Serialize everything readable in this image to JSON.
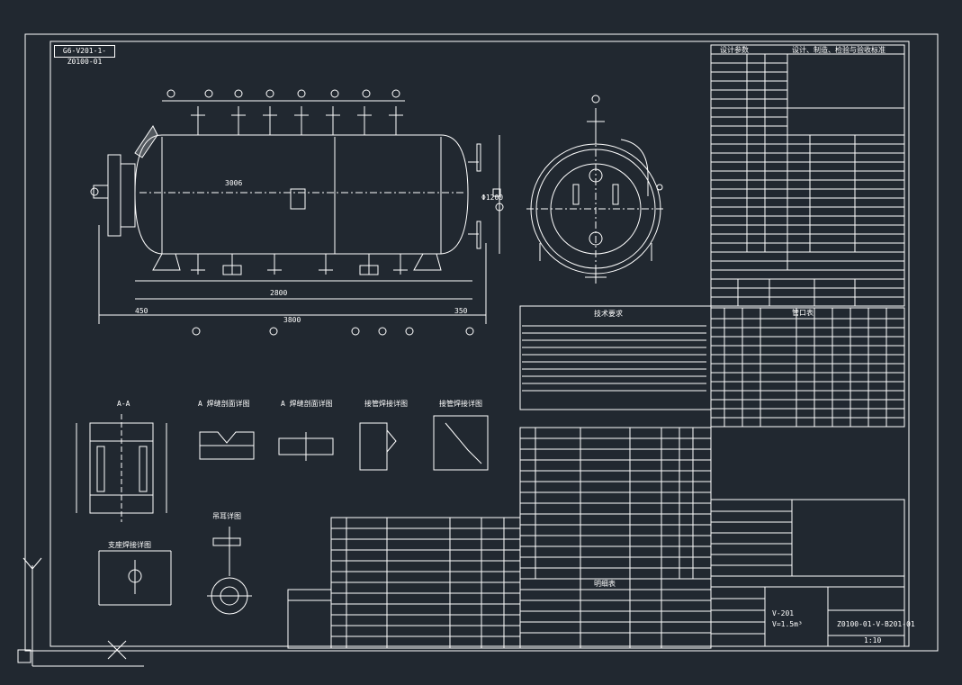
{
  "drawing": {
    "corner_code": "G6-V201-1-Z0100-01",
    "drawing_number": "Z0100-01-V-B201-01",
    "equipment_tag": "V-201",
    "volume_label": "V=1.5m³",
    "scale_label": "1:10",
    "notes_title": "技术要求",
    "table_header_design": "设计参数",
    "table_header_nozzles": "管口表",
    "table_header_bom": "明细表",
    "table_header_standards": "设计、制造、检验与验收标准"
  },
  "dimensions": {
    "length_total": "3800",
    "length_left": "450",
    "length_right": "350",
    "span": "2800",
    "tl_length": "3006",
    "diameter": "Φ1200"
  },
  "section_labels": {
    "a_a": "A-A",
    "detail_1": "A 焊缝剖面详图",
    "detail_2": "A 焊缝剖面详图",
    "detail_3": "接管焊接详图",
    "detail_4": "接管焊接详图",
    "detail_5": "支座焊接详图",
    "detail_6": "吊耳详图"
  },
  "colors": {
    "background": "#212830",
    "line": "#ffffff"
  }
}
